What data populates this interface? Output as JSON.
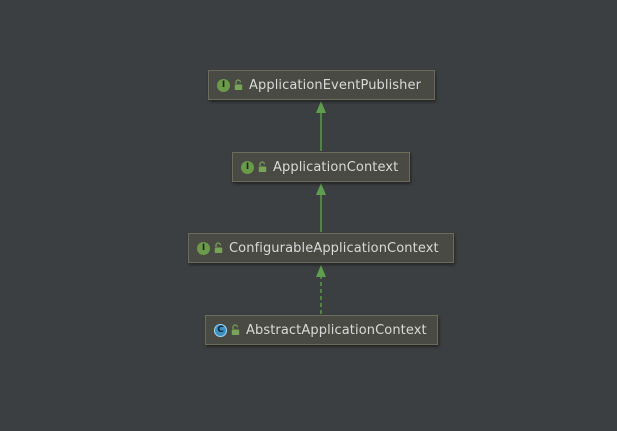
{
  "diagram": {
    "nodes": [
      {
        "id": "n1",
        "kind": "interface",
        "badge": "I",
        "label": "ApplicationEventPublisher"
      },
      {
        "id": "n2",
        "kind": "interface",
        "badge": "I",
        "label": "ApplicationContext"
      },
      {
        "id": "n3",
        "kind": "interface",
        "badge": "I",
        "label": "ConfigurableApplicationContext"
      },
      {
        "id": "n4",
        "kind": "class",
        "badge": "C",
        "label": "AbstractApplicationContext"
      }
    ],
    "edges": [
      {
        "from": "n2",
        "to": "n1",
        "style": "solid",
        "relation": "extends"
      },
      {
        "from": "n3",
        "to": "n2",
        "style": "solid",
        "relation": "extends"
      },
      {
        "from": "n4",
        "to": "n3",
        "style": "dashed",
        "relation": "implements"
      }
    ],
    "colors": {
      "background": "#3c3f41",
      "edge": "#5f9e4f",
      "interface_badge": "#6a9a4a",
      "class_badge": "#3f8fbf",
      "lock_icon": "#7aa35a"
    }
  }
}
